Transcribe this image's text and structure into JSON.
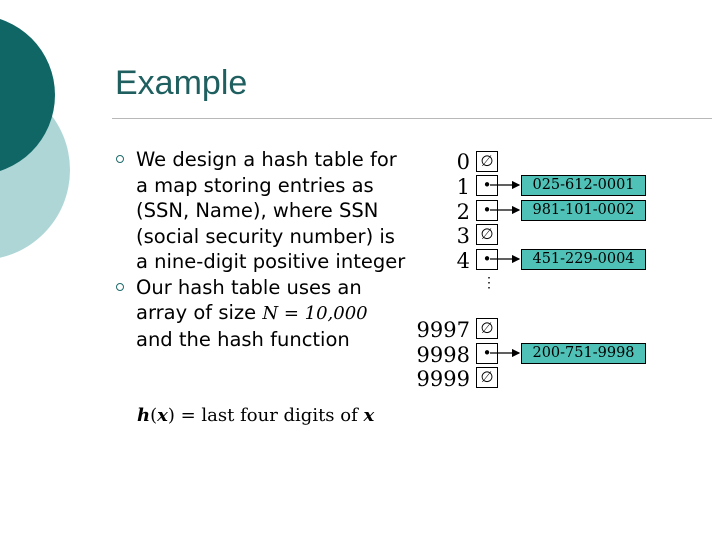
{
  "slide": {
    "title": "Example",
    "bullets": [
      {
        "text_before": "We design a hash table for a map storing entries as (SSN, Name), where SSN (social security number) is a nine-digit positive integer",
        "math": ""
      },
      {
        "text_before": "Our hash table uses an array of size ",
        "math": "N = 10,000",
        "text_after": " and the hash function"
      }
    ],
    "formula": {
      "fn": "h",
      "arg": "x",
      "rest": " = last four digits of ",
      "var": "x"
    }
  },
  "table": {
    "indices": [
      "0",
      "1",
      "2",
      "3",
      "4",
      "9997",
      "9998",
      "9999"
    ],
    "cells": [
      "∅",
      "•",
      "•",
      "∅",
      "•",
      "∅",
      "•",
      "∅"
    ],
    "ellipsis": "⋮",
    "entries": [
      "025-612-0001",
      "981-101-0002",
      "451-229-0004",
      "200-751-9998"
    ]
  },
  "colors": {
    "accent": "#1f5f5f",
    "entry_fill": "#4fc1b6"
  }
}
